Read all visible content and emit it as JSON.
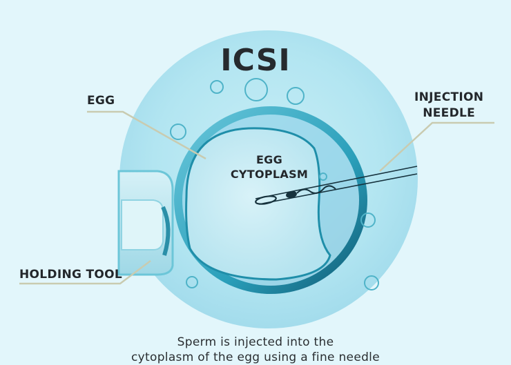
{
  "diagram": {
    "title": "ICSI",
    "labels": {
      "egg": "EGG",
      "injection_needle_line1": "INJECTION",
      "injection_needle_line2": "NEEDLE",
      "egg_cytoplasm_line1": "EGG",
      "egg_cytoplasm_line2": "CYTOPLASM",
      "holding_tool": "HOLDING TOOL"
    },
    "caption_line1": "Sperm is injected into the",
    "caption_line2": "cytoplasm of the egg using a fine needle",
    "colors": {
      "background": "#e2f6fb",
      "dish": "#a9e0ee",
      "egg_ring": "#2a9fba",
      "egg_ring_dark": "#0f5f7a",
      "leader_line": "#c9cbb0",
      "text": "#23272b"
    }
  }
}
